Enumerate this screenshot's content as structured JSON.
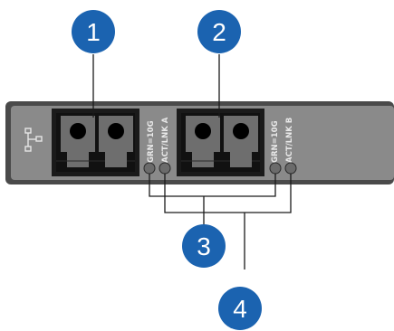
{
  "callouts": [
    {
      "number": "1"
    },
    {
      "number": "2"
    },
    {
      "number": "3"
    },
    {
      "number": "4"
    }
  ],
  "port_a": {
    "speed_label": "GRN=10G",
    "activity_label": "ACT/LNK A"
  },
  "port_b": {
    "speed_label": "GRN=10G",
    "activity_label": "ACT/LNK B"
  },
  "colors": {
    "callout_fill": "#1b63b0",
    "panel": "#8a8a8a",
    "panel_dark": "#4a4a4a",
    "port_body": "#6e6e6e",
    "led": "#6b6b6b"
  },
  "icons": [
    "network-icon"
  ]
}
